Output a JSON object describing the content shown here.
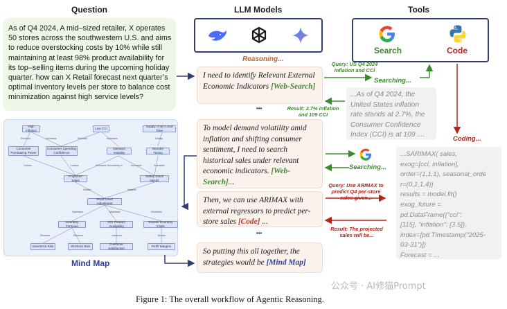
{
  "headings": {
    "question": "Question",
    "llm_models": "LLM Models",
    "tools": "Tools",
    "mind_map": "Mind Map"
  },
  "question_text": "As of Q4 2024, A mid–sized retailer, X operates 50 stores across the southwestern U.S. and aims to reduce overstocking costs by 10% while still maintaining at least 98% product availability for its top–selling items during the upcoming holiday quarter. how can X Retail forecast next quarter’s optimal inventory levels per store to balance cost minimization against high service levels?",
  "tools": {
    "search_label": "Search",
    "code_label": "Code"
  },
  "reasoning_label": "Reasoning...",
  "steps": [
    {
      "text": "I need to identify Relevant External Economic Indicators ",
      "tag": "[Web-Search]",
      "suffix": ""
    },
    {
      "text": "To model demand volatility amid inflation and shifting consumer sentiment, I need to search historical sales under relevant economic indicators. ",
      "tag": "[Web-Search]",
      "suffix": "..."
    },
    {
      "text": "Then, we can use ARIMAX with external regressors to predict per-store sales ",
      "tag": "[Code]",
      "suffix": " ..."
    },
    {
      "text": "So putting this all together, the strategies would be ",
      "tag": "[Mind Map]",
      "suffix": ""
    }
  ],
  "ellipsis": "•••",
  "query_1": "Query: US Q4 2024 Inflation and CCI",
  "searching_label": "Searching...",
  "result_1_label": "Result: 2.7% inflation and 109 CCI",
  "search_result_text": "...As of Q4 2024, the United States inflation rate stands at 2.7%, the Consumer Confidence Index (CCI) is at 109 ....",
  "query_2": "Query: Use ARIMAX to predict Q4 per-store sales given...",
  "result_2_label": "Result: The projected sales will be...",
  "coding_label": "Coding...",
  "code_lines": [
    "...SARIMAX( sales,",
    "exog=[cci,  inflation],",
    "order=(1,1,1),  seasonal_orde",
    "r=(0,1,1,4))",
    "results = model.fit()",
    "exog_future =",
    "pd.DataFrame({\"cci\":",
    "[115], \"inflation\": [3.5]},",
    "index=[pd.Timestamp(\"2025-",
    "03-31\")])",
    "Forecast = ..."
  ],
  "mind_map": {
    "nodes": [
      "High Inflation",
      "Low CCI",
      "Supply Chain Lead Time",
      "Consumer Purchasing Power",
      "Consumer Spending Confidence",
      "Demand Volatility",
      "Reorder Timing",
      "Projected Sales",
      "Safety Stock Needs",
      "Stock Level Adjustment",
      "Inventory Turnover",
      "ROI Product Availability",
      "Excess Inventory Costs",
      "Overstock Risk",
      "Stockout Risk",
      "Customer Satisfaction",
      "Profit Margins"
    ],
    "edge_labels": [
      "Reduces",
      "Increases",
      "Reduces",
      "Increases",
      "Delays",
      "Lowers",
      "Lowers",
      "Increases Uncertainty in",
      "Increases",
      "Increases",
      "Guides",
      "Impacts",
      "Optimizes",
      "Maintains",
      "Minimizes",
      "Reduces",
      "Reduces",
      "Improves",
      "Boosts"
    ]
  },
  "caption": "Figure 1: The overall workflow of Agentic Reasoning.",
  "watermark": "公众号 · AI修猫Prompt",
  "colors": {
    "question_bg": "#eef6e8",
    "reason_bg": "#fcf2ec",
    "search_green": "#3c8a2e",
    "code_red": "#b42318",
    "mindmap_blue": "#2c3f93",
    "frame_navy": "#2e3f6e"
  },
  "icons": [
    "deepseek-whale-icon",
    "openai-logo-icon",
    "gemini-sparkle-icon",
    "google-g-icon",
    "python-logo-icon"
  ]
}
